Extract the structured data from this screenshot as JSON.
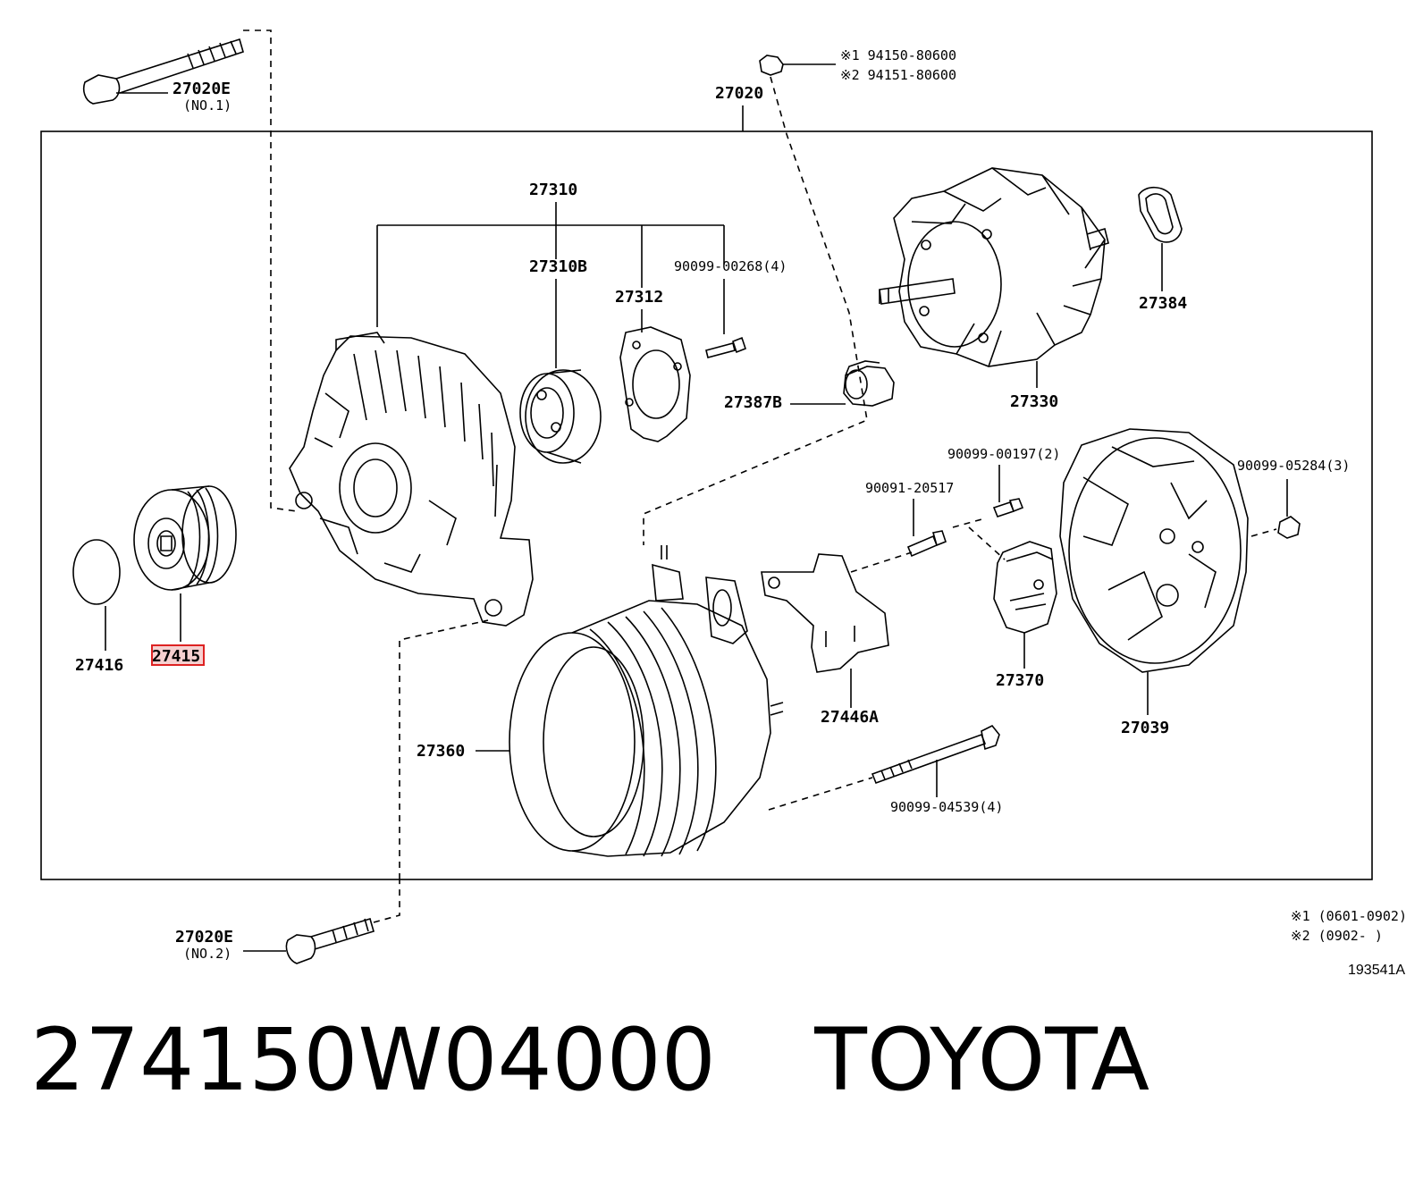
{
  "labels": {
    "bolt_no1_part": "27020E",
    "bolt_no1_sub": "(NO.1)",
    "bolt_no2_part": "27020E",
    "bolt_no2_sub": "(NO.2)",
    "nut_note1": "※1 94150-80600",
    "nut_note2": "※2 94151-80600",
    "assembly": "27020",
    "frame_group": "27310",
    "frame": "27310B",
    "plate": "27312",
    "screw_frame": "90099-00268(4)",
    "rotor": "27330",
    "rotor_ring": "27384",
    "insulator": "27387B",
    "screw_regulator": "90099-00197(2)",
    "screw_cover": "90091-20517",
    "nut_cover": "90099-05284(3)",
    "cap": "27416",
    "pulley": "27415",
    "stator": "27360",
    "regulator": "27370",
    "end_cover": "27039",
    "terminal": "27446A",
    "through_bolt": "90099-04539(4)",
    "range_note1": "※1 (0601-0902)",
    "range_note2": "※2 (0902-      )",
    "diagram_code": "193541A"
  },
  "footer": {
    "part_number": "274150W04000",
    "brand": "TOYOTA"
  },
  "colors": {
    "line": "#000000",
    "highlight_fill": "#f6d0d0",
    "highlight_stroke": "#dd2222"
  }
}
